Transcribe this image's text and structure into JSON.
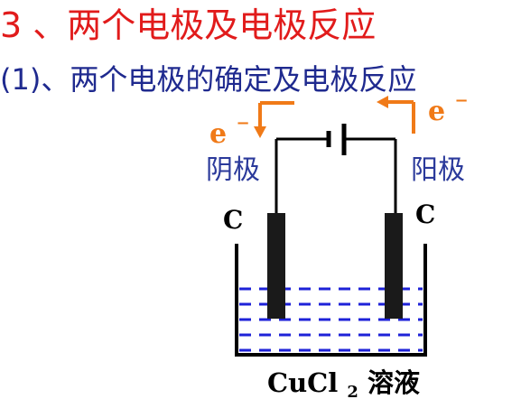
{
  "title": "3 、两个电极及电极反应",
  "subtitle": "(1)、两个电极的确定及电极反应",
  "diagram": {
    "left_electron": "e",
    "left_electron_sup": "−",
    "right_electron": "e",
    "right_electron_sup": "−",
    "left_pole": "阴极",
    "right_pole": "阳极",
    "left_electrode": "C",
    "right_electrode": "C",
    "solution": "CuCl",
    "solution_sub": "2",
    "solution_suffix": "溶液"
  },
  "colors": {
    "title": "#e11b1b",
    "subtitle": "#1f2a8f",
    "labels": "#2b3a9b",
    "arrows": "#f07a18",
    "solution_lines": "#1e22d8",
    "structure": "#000000"
  },
  "icons": {
    "left_arrow": "arrow-down-icon",
    "right_arrow": "arrow-left-icon",
    "battery": "battery-icon",
    "beaker": "beaker-icon"
  }
}
